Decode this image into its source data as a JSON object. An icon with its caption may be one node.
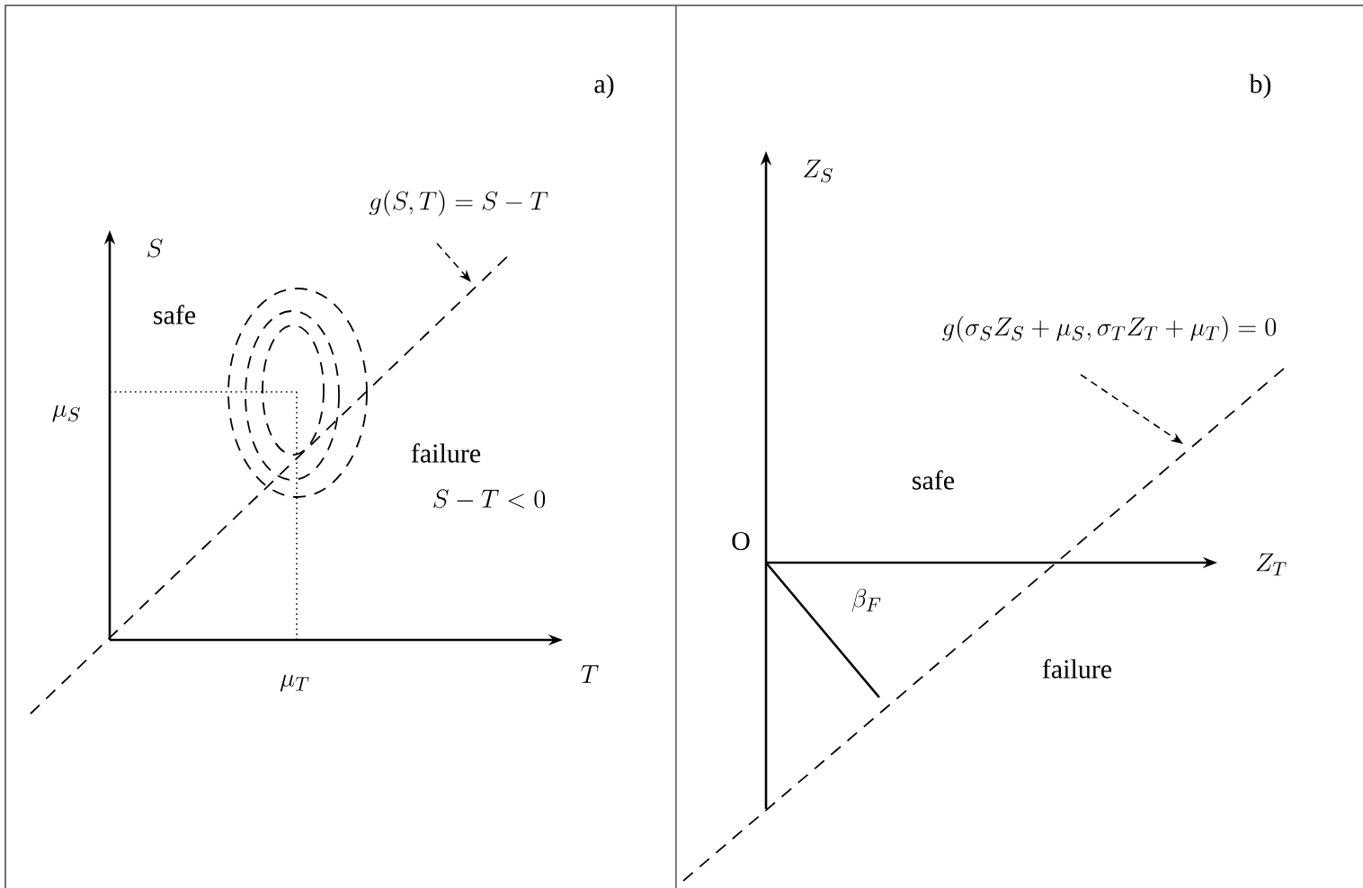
{
  "diagram": {
    "nodes": [
      {
        "text": [
          "g(S,T) = S - T"
        ]
      },
      {
        "text": [
          "g(\\sigma_S Z_S + \\mu_S, \\sigma_T Z_T + \\mu_T) = 0"
        ]
      }
    ],
    "edges": [
      {
        "from": 0,
        "to": null,
        "arrow": "to",
        "style": "dashed"
      },
      {
        "from": 1,
        "to": null,
        "arrow": "to",
        "style": "dashed"
      }
    ],
    "labels": [
      "a)",
      "S",
      "safe",
      "\\mu_S",
      "failure",
      "S - T < 0",
      "\\mu_T",
      "T",
      "b)",
      "Z_S",
      "safe",
      "O",
      "Z_T",
      "\\beta_F",
      "failure"
    ]
  }
}
